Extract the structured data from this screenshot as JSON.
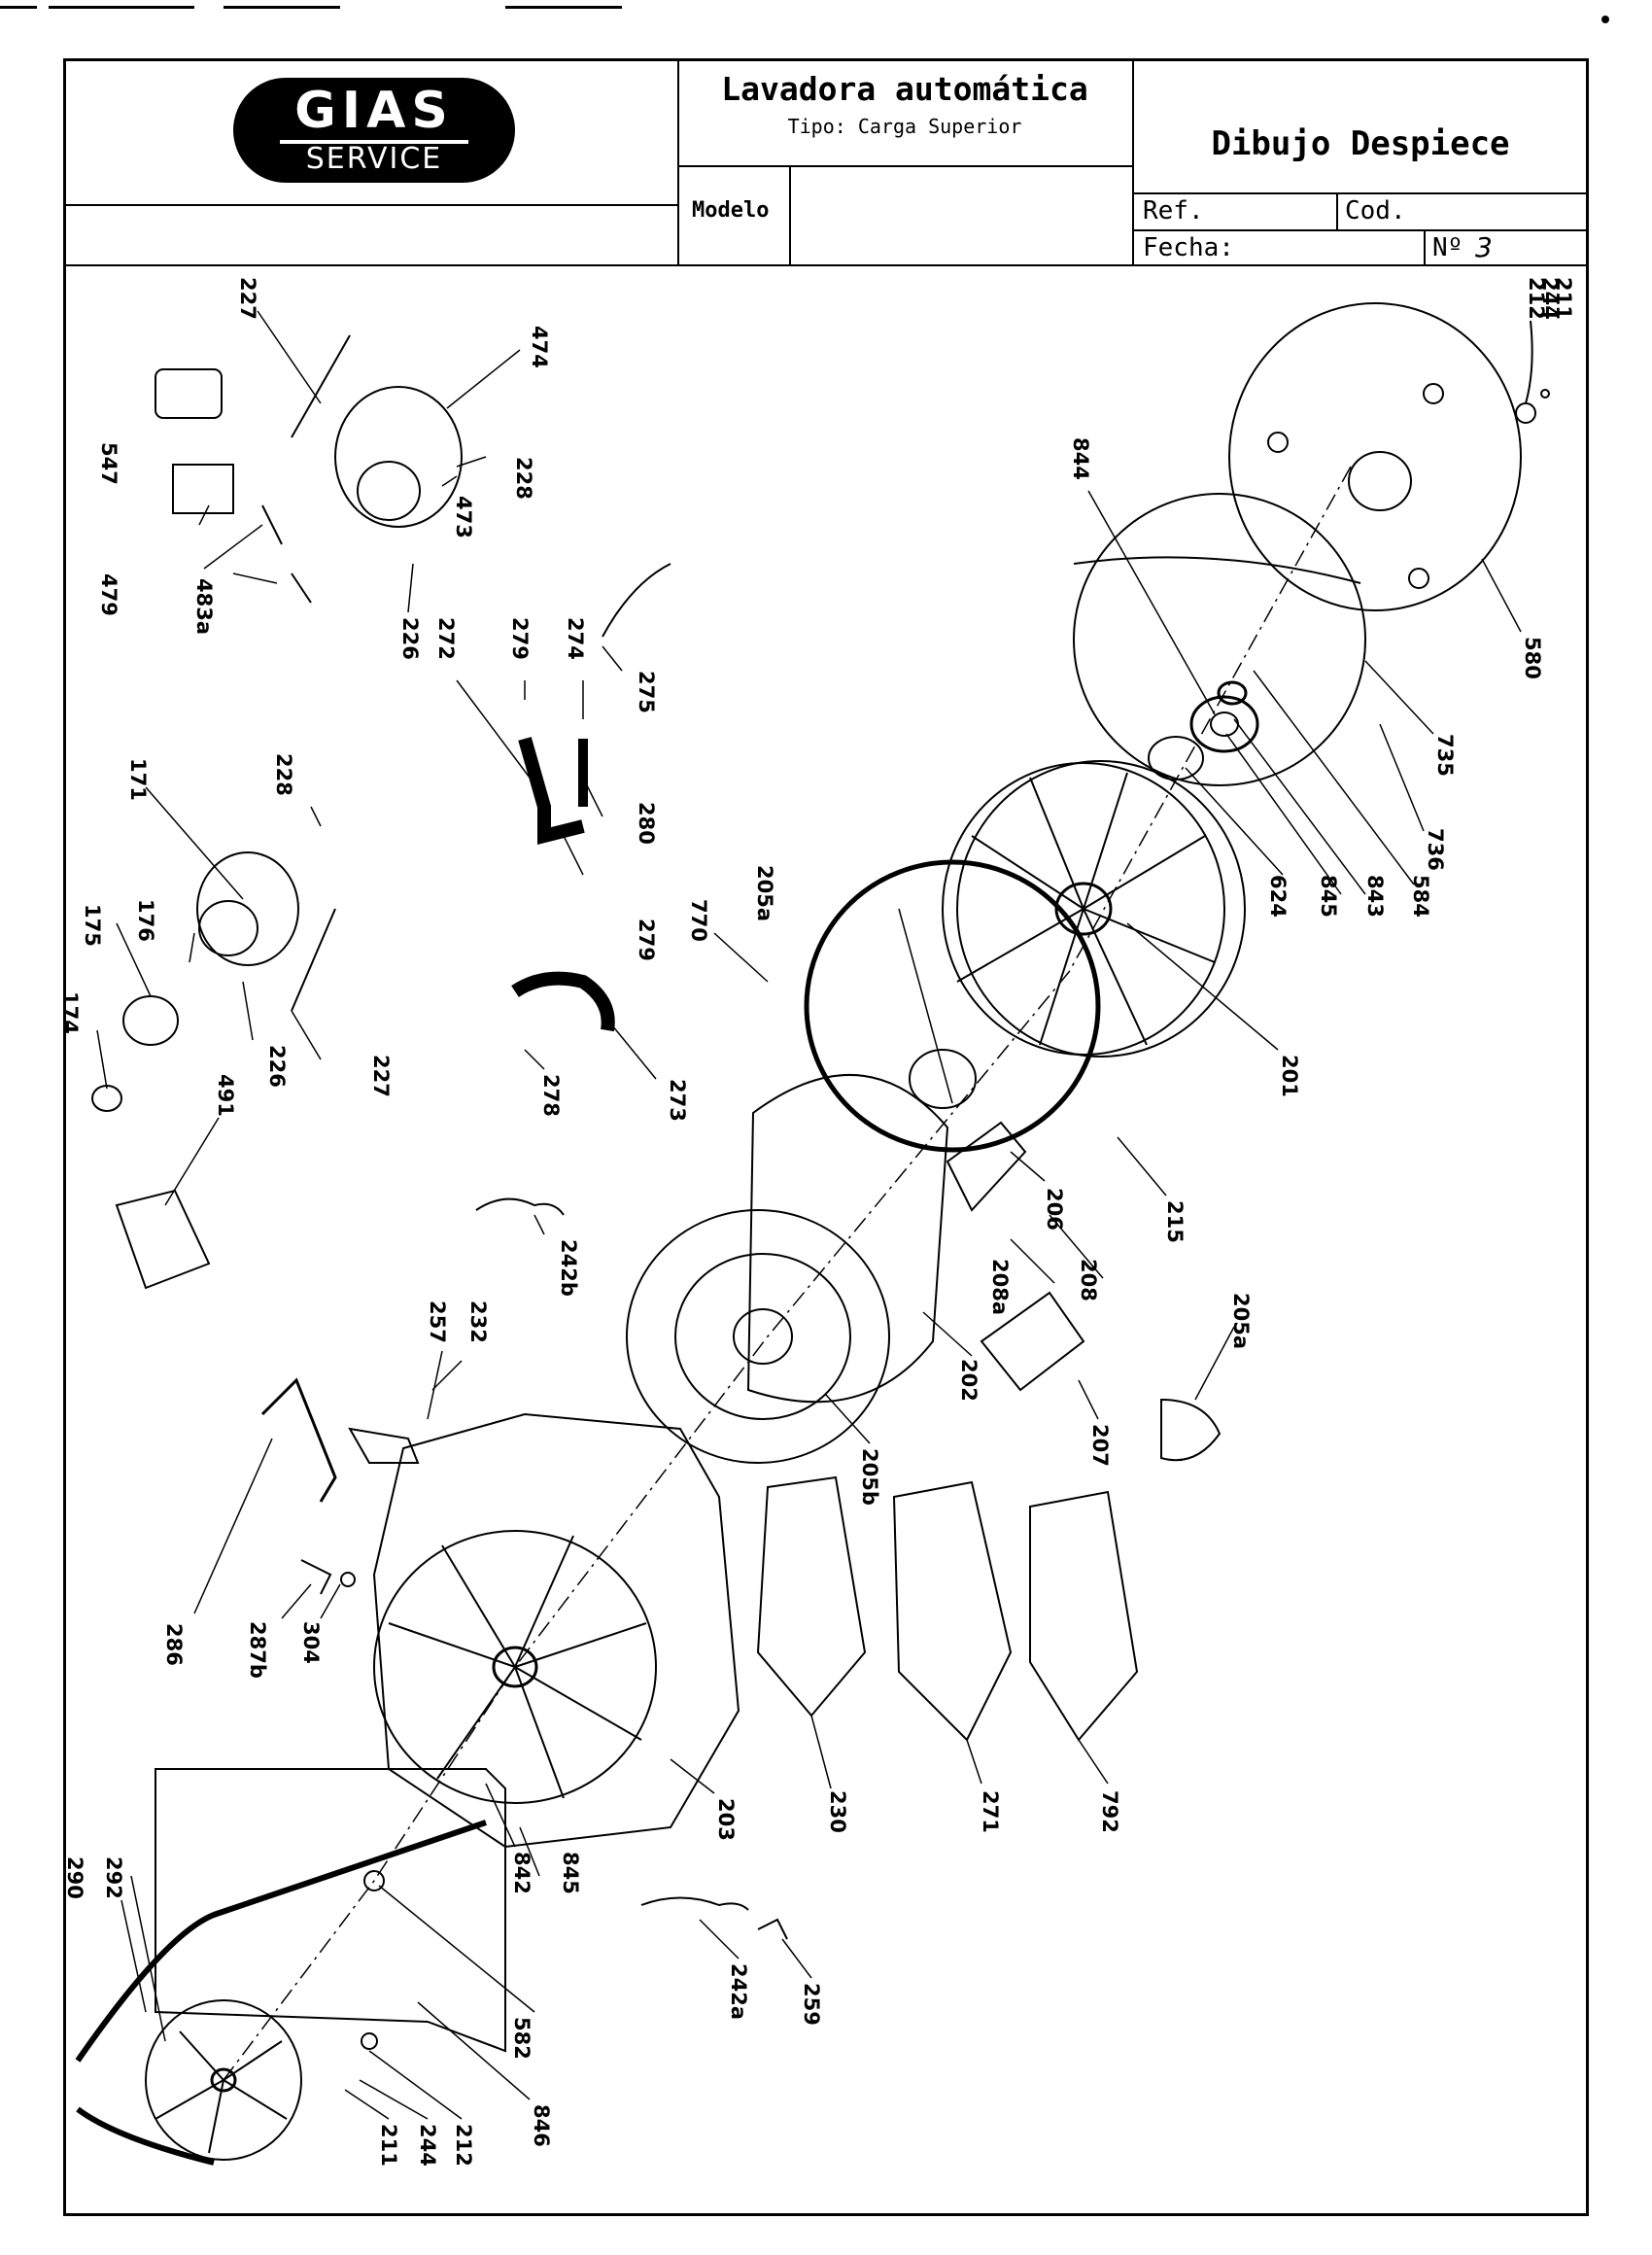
{
  "header": {
    "brand_top": "GIAS",
    "brand_bottom": "SERVICE",
    "product_title": "Lavadora automática",
    "product_type": "Tipo: Carga Superior",
    "model_label": "Modelo",
    "drawing_title": "Dibujo Despiece",
    "ref_label": "Ref.",
    "cod_label": "Cod.",
    "date_label": "Fecha:",
    "number_label": "Nº",
    "sheet_number": "3"
  },
  "diagram": {
    "type": "exploded parts drawing",
    "callouts": {
      "c227a": "227",
      "c474": "474",
      "c228a": "228",
      "c547": "547",
      "c479": "479",
      "c483a": "483a",
      "c473": "473",
      "c226a": "226",
      "c272": "272",
      "c279a": "279",
      "c274": "274",
      "c275": "275",
      "c280": "280",
      "c279b": "279",
      "c171": "171",
      "c228b": "228",
      "c175": "175",
      "c176": "176",
      "c174": "174",
      "c226b": "226",
      "c227b": "227",
      "c491": "491",
      "c278": "278",
      "c273": "273",
      "c770": "770",
      "c205a": "205a",
      "c242b": "242b",
      "c257": "257",
      "c232": "232",
      "c286": "286",
      "c287b": "287b",
      "c304": "304",
      "c203": "203",
      "c230": "230",
      "c271": "271",
      "c792": "792",
      "c842": "842",
      "c845b": "845",
      "c582": "582",
      "c846": "846",
      "c290": "290",
      "c292": "292",
      "c211b": "211",
      "c244b": "244",
      "c212b": "212",
      "c242a": "242a",
      "c259": "259",
      "c202": "202",
      "c205b": "205b",
      "c207": "207",
      "c208": "208",
      "c208a": "208a",
      "c206": "206",
      "c215": "215",
      "c201": "201",
      "c205a2": "205a",
      "c844": "844",
      "c624": "624",
      "c845": "845",
      "c843": "843",
      "c584": "584",
      "c736": "736",
      "c735": "735",
      "c580": "580",
      "c211": "211",
      "c244": "244",
      "c212": "212"
    }
  }
}
